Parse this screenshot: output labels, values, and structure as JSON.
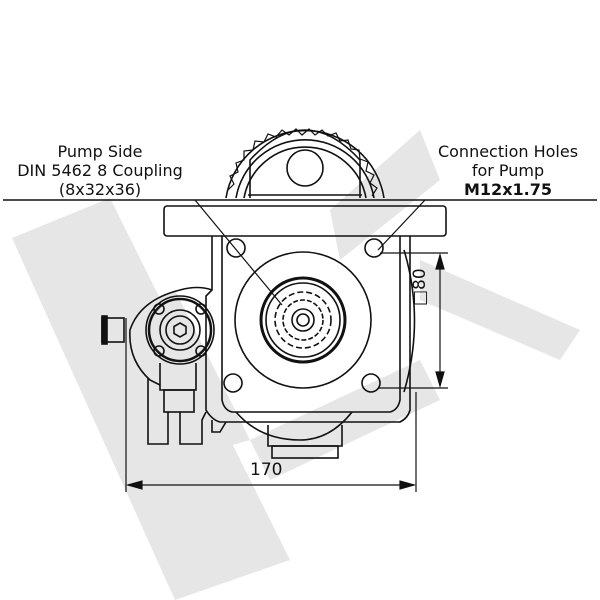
{
  "drawing": {
    "watermark": {
      "text": "LK",
      "color": "#e6e6e6"
    },
    "callouts": {
      "pump_side": {
        "line1": "Pump Side",
        "line2": "DIN 5462 8 Coupling",
        "line3": "(8x32x36)"
      },
      "connection_holes": {
        "line1": "Connection Holes",
        "line2": "for Pump",
        "line3": "M12x1.75"
      }
    },
    "dimensions": {
      "width": "170",
      "bolt_square": "□80"
    },
    "colors": {
      "line": "#111111",
      "background": "#ffffff",
      "watermark": "#e6e6e6"
    }
  }
}
